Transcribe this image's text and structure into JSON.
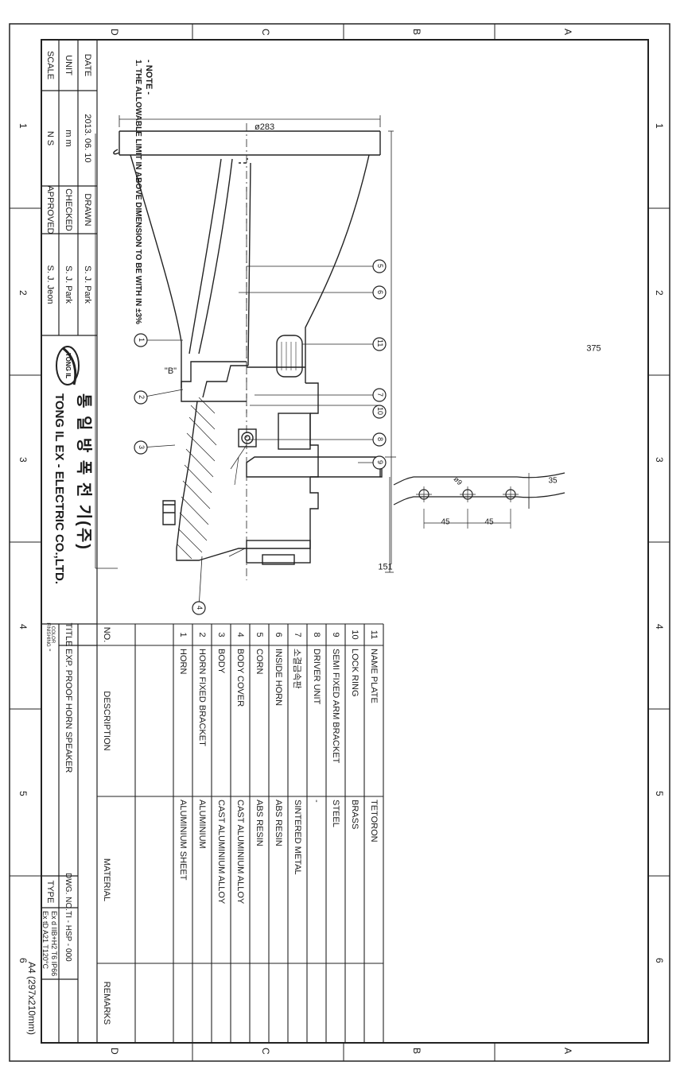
{
  "grid": {
    "numbers": [
      "1",
      "2",
      "3",
      "4",
      "5",
      "6"
    ],
    "letters": [
      "A",
      "B",
      "C",
      "D"
    ]
  },
  "note": {
    "heading": "- NOTE -",
    "line1": "1. THE ALLOWABLE LIMIT IN ABOVE DIMENSION TO BE WITH IN ±3%"
  },
  "dimensions": {
    "diameter": "ø283",
    "length": "375",
    "depth": "151",
    "bracket_height": "35",
    "bracket_gap_1": "45",
    "bracket_gap_2": "45",
    "hole": "ø9",
    "detail_b": "\"B\""
  },
  "balloons": [
    "1",
    "2",
    "3",
    "4",
    "5",
    "6",
    "7",
    "8",
    "9",
    "10",
    "11"
  ],
  "title_block": {
    "scale_label": "SCALE",
    "scale_value": "N S",
    "unit_label": "UNIT",
    "unit_value": "m m",
    "date_label": "DATE",
    "date_value": "2013. 06. 10",
    "approved_label": "APPROVED",
    "approved_value": "S. J. Jeon",
    "checked_label": "CHECKED",
    "checked_value": "S. J. Park",
    "drawn_label": "DRAWN",
    "drawn_value": "S. J. Park",
    "company_logo_text": "TONG IL",
    "company_kr": "통 일 방 폭 전 기(주)",
    "company_en": "TONG IL EX - ELECTRIC CO.,LTD.",
    "title_label": "TITLE",
    "title_value": "EXP. PROOF HORN SPEAKER",
    "color_label": "COLOR FINISHING",
    "color_value": "-",
    "type_label": "TYPE",
    "type_value_1": "Ex d IIB+H2 T6 IP66",
    "type_value_2": "Ex tD A21 T120°C",
    "dwg_label": "DWG. NO.",
    "dwg_value": "TI - HSP - 000",
    "paper": "A4 (297x210mm)"
  },
  "parts_table": {
    "headers": {
      "no": "NO.",
      "description": "DESCRIPTION",
      "material": "MATERIAL",
      "remarks": "REMARKS"
    },
    "rows": [
      {
        "no": "11",
        "description": "NAME PLATE",
        "material": "TETORON"
      },
      {
        "no": "10",
        "description": "LOCK RING",
        "material": "BRASS"
      },
      {
        "no": "9",
        "description": "SEMI FIXED ARM BRACKET",
        "material": "STEEL"
      },
      {
        "no": "8",
        "description": "DRIVER UNIT",
        "material": "-"
      },
      {
        "no": "7",
        "description": "소결금속판",
        "material": "SINTERED METAL"
      },
      {
        "no": "6",
        "description": "INSIDE HORN",
        "material": "ABS RESIN"
      },
      {
        "no": "5",
        "description": "CORN",
        "material": "ABS RESIN"
      },
      {
        "no": "4",
        "description": "BODY COVER",
        "material": "CAST ALUMINIUM ALLOY"
      },
      {
        "no": "3",
        "description": "BODY",
        "material": "CAST ALUMINIUM ALLOY"
      },
      {
        "no": "2",
        "description": "HORN FIXED BRACKET",
        "material": "ALUMINIUM"
      },
      {
        "no": "1",
        "description": "HORN",
        "material": "ALUMINIUM SHEET"
      }
    ]
  }
}
